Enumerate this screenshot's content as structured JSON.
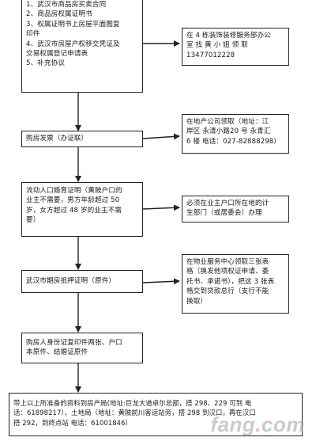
{
  "steps": [
    {
      "main": [
        "1、武汉市商品房买卖合同",
        "2、商品房权属证明书",
        "3、权属证明书上房屋平面图复",
        "   印件",
        "4、武汉市房屋产权移交凭证及",
        "   交易权属登记申请表",
        "5、补充协议"
      ],
      "side": [
        "在 4 栋装饰装修服务部办公",
        "室 找 黄 小 姐 领 取",
        "13477012228"
      ]
    },
    {
      "main": [
        "购房发票（办证联）"
      ],
      "side": [
        "在地产公司领取（地址：江",
        "岸区 永清小路20 号 永青汇",
        "6 楼 电话：027-82888298）"
      ]
    },
    {
      "main": [
        "流动人口婚育证明（黄陂户口的",
        "业主不需要，男方年龄超过 50",
        "岁，女方超过 48 岁的业主不需",
        "要）"
      ],
      "side": [
        "必须在业主户口所在地的计",
        "生部门（或居委会）办理"
      ]
    },
    {
      "main": [
        "武汉市期房抵押证明（原件）"
      ],
      "side": [
        "在物业服务中心领取三张表",
        "格（换发他项权证申请、委",
        "托书、承诺书），把这 3 张表",
        "格交到贷款总行（支行不能",
        "换取）"
      ]
    },
    {
      "main": [
        "购房人身份证复印件两张、户口",
        "本原件、结婚证原件"
      ]
    },
    {
      "main": [
        "带上以上所准备的资料到房产局(地址:巨龙大道卓尔总部，搭 298、229 可到  电",
        "话：61898217）、土地局（地址：黄陂前川客运站旁，搭 298 到汉口，再在汉口",
        "搭 292，到终点站 电话：61001846）"
      ]
    }
  ],
  "watermark": {
    "prefix": "fang",
    "dot": ".",
    "suffix": "com"
  }
}
